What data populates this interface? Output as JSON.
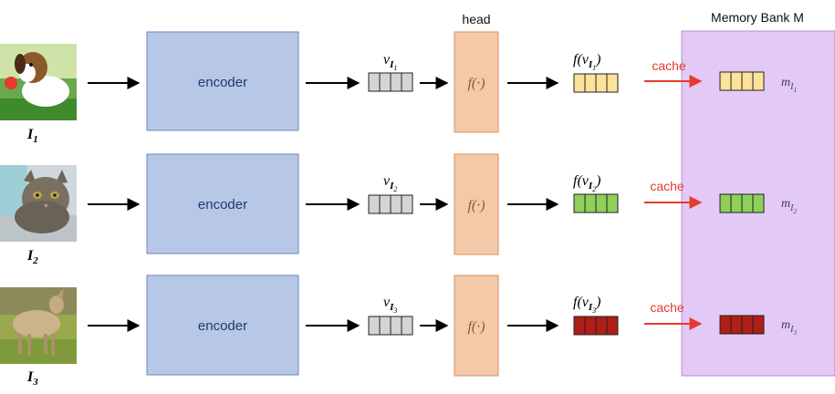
{
  "memory_bank": {
    "title": "Memory Bank M"
  },
  "head": {
    "title": "head"
  },
  "rows": [
    {
      "image": "dog",
      "input_label": "I",
      "input_sub": "1",
      "encoder_label": "encoder",
      "v_main": "v",
      "v_sub_I": "I",
      "v_sub_n": "1",
      "head_label": "f(·)",
      "fv_main": "f(v",
      "fv_sub_I": "I",
      "fv_sub_n": "1",
      "fv_close": ")",
      "cache_label": "cache",
      "m_main": "m",
      "m_sub_I": "I",
      "m_sub_n": "1",
      "feature_color": "#fce29a"
    },
    {
      "image": "cat",
      "input_label": "I",
      "input_sub": "2",
      "encoder_label": "encoder",
      "v_main": "v",
      "v_sub_I": "I",
      "v_sub_n": "2",
      "head_label": "f(·)",
      "fv_main": "f(v",
      "fv_sub_I": "I",
      "fv_sub_n": "2",
      "fv_close": ")",
      "cache_label": "cache",
      "m_main": "m",
      "m_sub_I": "I",
      "m_sub_n": "2",
      "feature_color": "#8fcf5a"
    },
    {
      "image": "goat",
      "input_label": "I",
      "input_sub": "3",
      "encoder_label": "encoder",
      "v_main": "v",
      "v_sub_I": "I",
      "v_sub_n": "3",
      "head_label": "f(·)",
      "fv_main": "f(v",
      "fv_sub_I": "I",
      "fv_sub_n": "3",
      "fv_close": ")",
      "cache_label": "cache",
      "m_main": "m",
      "m_sub_I": "I",
      "m_sub_n": "3",
      "feature_color": "#b01e18"
    }
  ],
  "colors": {
    "encoder_fill": "#b7c8e6",
    "encoder_stroke": "#6d86c0",
    "encoder_text": "#1f3a6e",
    "head_fill": "#f4c9a8",
    "head_stroke": "#d9925e",
    "head_text": "#8a5a3a",
    "vector_fill": "#d4d4d4",
    "memory_fill": "#e3c9f6",
    "memory_stroke": "#b58be0",
    "cache_red": "#e53a2e",
    "arrow_black": "#000000"
  }
}
